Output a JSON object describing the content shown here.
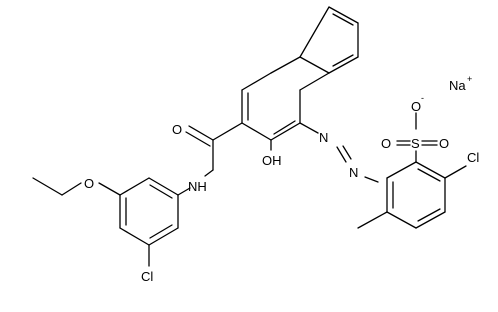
{
  "atoms": {
    "na": "Na",
    "na_charge": "+",
    "o_minus": "O",
    "o_charge": "-",
    "s": "S",
    "o_left": "O",
    "o_right": "O",
    "carbonyl_o": "O",
    "nh": "NH",
    "oh": "OH",
    "n_upper": "N",
    "n_lower": "N",
    "cl_right": "Cl",
    "cl_bottom": "Cl",
    "ether_o": "O"
  }
}
